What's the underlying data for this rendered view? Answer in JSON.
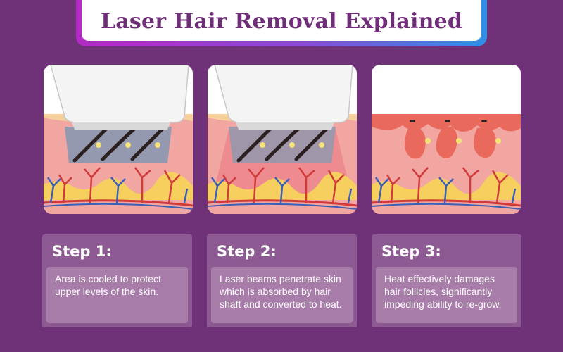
{
  "title": "Laser Hair Removal Explained",
  "colors": {
    "background": "#6f3278",
    "title_text": "#6f2f78",
    "skin": "#f2a6a2",
    "fat": "#f6cf5f",
    "vessel_red": "#d23a3a",
    "vessel_blue": "#3b5fb5"
  },
  "steps": [
    {
      "title": "Step 1:",
      "text": "Area is cooled to protect upper levels of the skin."
    },
    {
      "title": "Step 2:",
      "text": "Laser beams penetrate skin which is absorbed by hair shaft and converted to heat."
    },
    {
      "title": "Step 3:",
      "text": "Heat effectively damages hair follicles, significantly impeding ability to re-grow."
    }
  ]
}
